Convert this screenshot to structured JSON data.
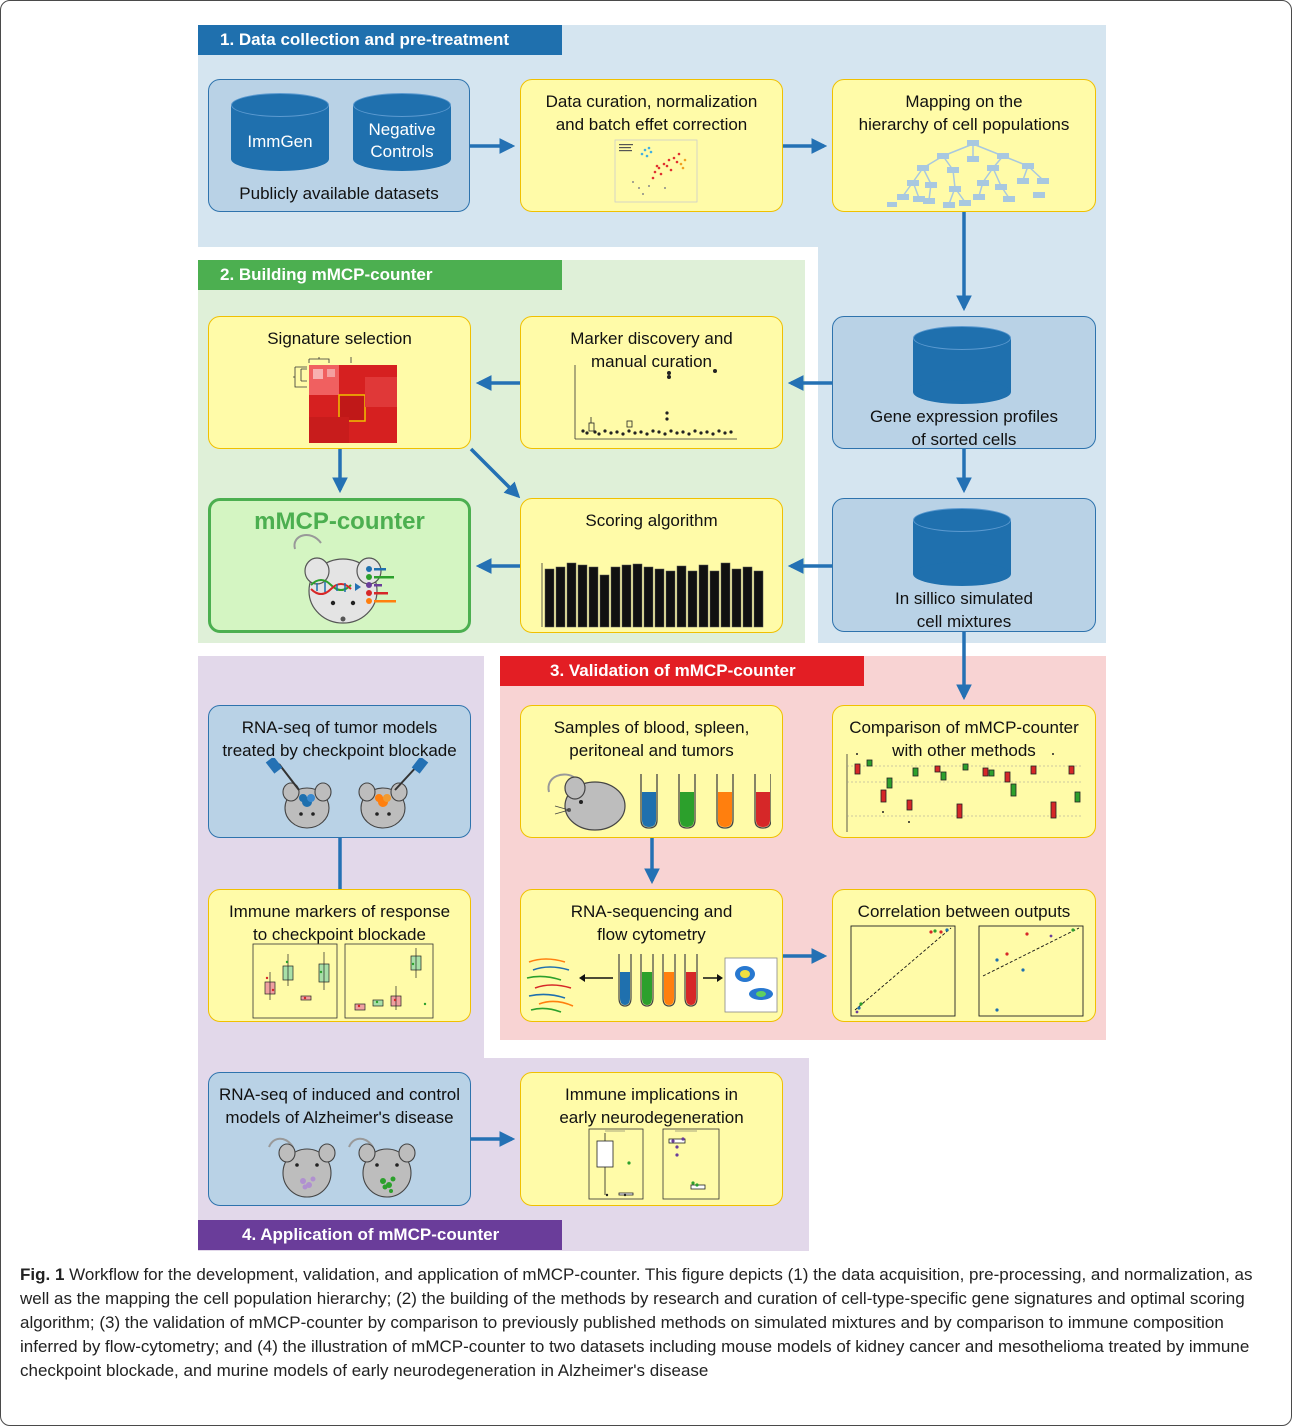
{
  "sections": {
    "s1": {
      "title": "1. Data collection and pre-treatment",
      "color": "#1f70ae",
      "bg": "#d5e5f0"
    },
    "s2": {
      "title": "2. Building mMCP-counter",
      "color": "#4caf50",
      "bg": "#dff0d8"
    },
    "s3": {
      "title": "3. Validation of mMCP-counter",
      "color": "#e31e24",
      "bg": "#f8d3d3"
    },
    "s4": {
      "title": "4. Application of mMCP-counter",
      "color": "#6a3d9a",
      "bg": "#e2d8ea"
    }
  },
  "boxes": {
    "public": {
      "cyl1": "ImmGen",
      "cyl2a": "Negative",
      "cyl2b": "Controls",
      "caption": "Publicly available datasets"
    },
    "curation": {
      "l1": "Data curation, normalization",
      "l2": "and batch effet correction"
    },
    "mapping": {
      "l1": "Mapping on the",
      "l2": "hierarchy of cell populations"
    },
    "sorted": {
      "l1": "Gene expression profiles",
      "l2": "of sorted cells"
    },
    "marker": {
      "l1": "Marker discovery and",
      "l2": "manual curation"
    },
    "signature": {
      "l1": "Signature selection"
    },
    "mmcp": {
      "l1": "mMCP-counter"
    },
    "scoring": {
      "l1": "Scoring algorithm"
    },
    "simulated": {
      "l1": "In sillico simulated",
      "l2": "cell mixtures"
    },
    "samples": {
      "l1": "Samples of blood, spleen,",
      "l2": "peritoneal and tumors"
    },
    "comparison": {
      "l1": "Comparison of mMCP-counter",
      "l2": "with other methods"
    },
    "rnaseq_flow": {
      "l1": "RNA-sequencing and",
      "l2": "flow cytometry"
    },
    "correlation": {
      "l1": "Correlation between outputs"
    },
    "tumor": {
      "l1": "RNA-seq of tumor models",
      "l2": "treated by checkpoint blockade"
    },
    "immune_markers": {
      "l1": "Immune markers of response",
      "l2": "to checkpoint blockade"
    },
    "alzheimer": {
      "l1": "RNA-seq of induced and control",
      "l2": "models of Alzheimer's disease"
    },
    "implications": {
      "l1": "Immune implications in",
      "l2": "early neurodegeneration"
    }
  },
  "caption": {
    "label": "Fig. 1",
    "text": " Workflow for the development, validation, and application of mMCP-counter. This figure depicts (1) the data acquisition, pre-processing, and normalization, as well as the mapping the cell population hierarchy; (2) the building of the methods by research and curation of cell-type-specific gene signatures and optimal scoring algorithm; (3) the validation of mMCP-counter by comparison to previously published methods on simulated mixtures and by comparison to immune composition inferred by flow-cytometry; and (4) the illustration of mMCP-counter to two datasets including mouse models of kidney cancer and mesothelioma treated by immune checkpoint blockade, and murine models of early neurodegeneration in Alzheimer's disease"
  },
  "colors": {
    "arrow": "#2471b4",
    "yellow": "#fffba8",
    "tube_blue": "#1f70ae",
    "tube_green": "#2ca02c",
    "tube_orange": "#ff7f0e",
    "tube_red": "#d62728"
  }
}
